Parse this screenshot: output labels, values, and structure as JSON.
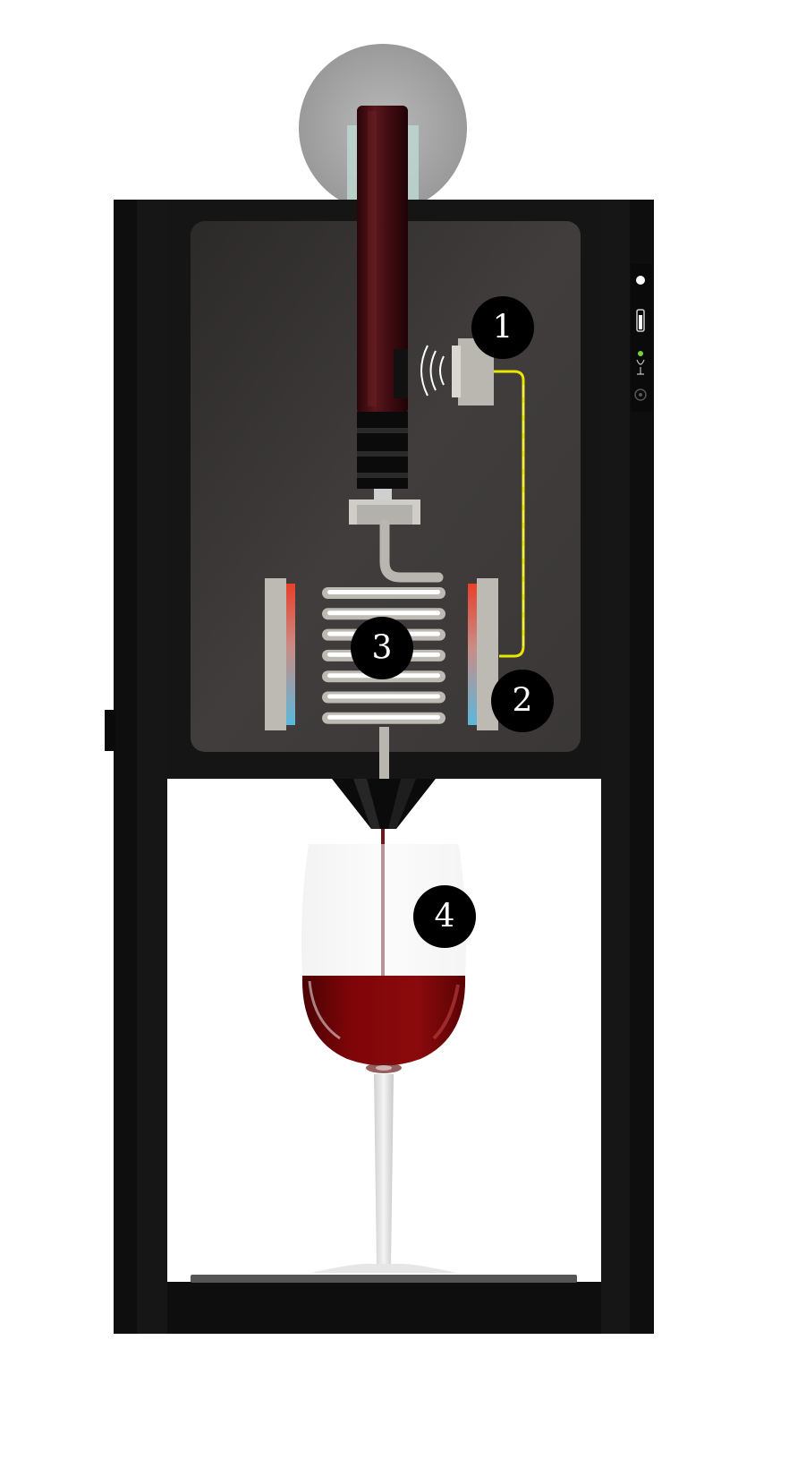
{
  "markers": [
    {
      "label": "1"
    },
    {
      "label": "2"
    },
    {
      "label": "3"
    },
    {
      "label": "4"
    }
  ],
  "colors": {
    "frame": "#0d0d0d",
    "chamber": "#3d3a39",
    "bottle": "#3a0c0f",
    "wine": "#7a0408",
    "wire": "#e8e600",
    "hot": "#e8402a",
    "cold": "#5ab8dc",
    "marker": "#000000"
  },
  "icons": {
    "power": "power-button-icon",
    "bottle_status": "bottle-status-icon",
    "glass_status": "wine-glass-status-icon",
    "dial": "dial-icon",
    "sensor_waves": "signal-waves-icon"
  }
}
